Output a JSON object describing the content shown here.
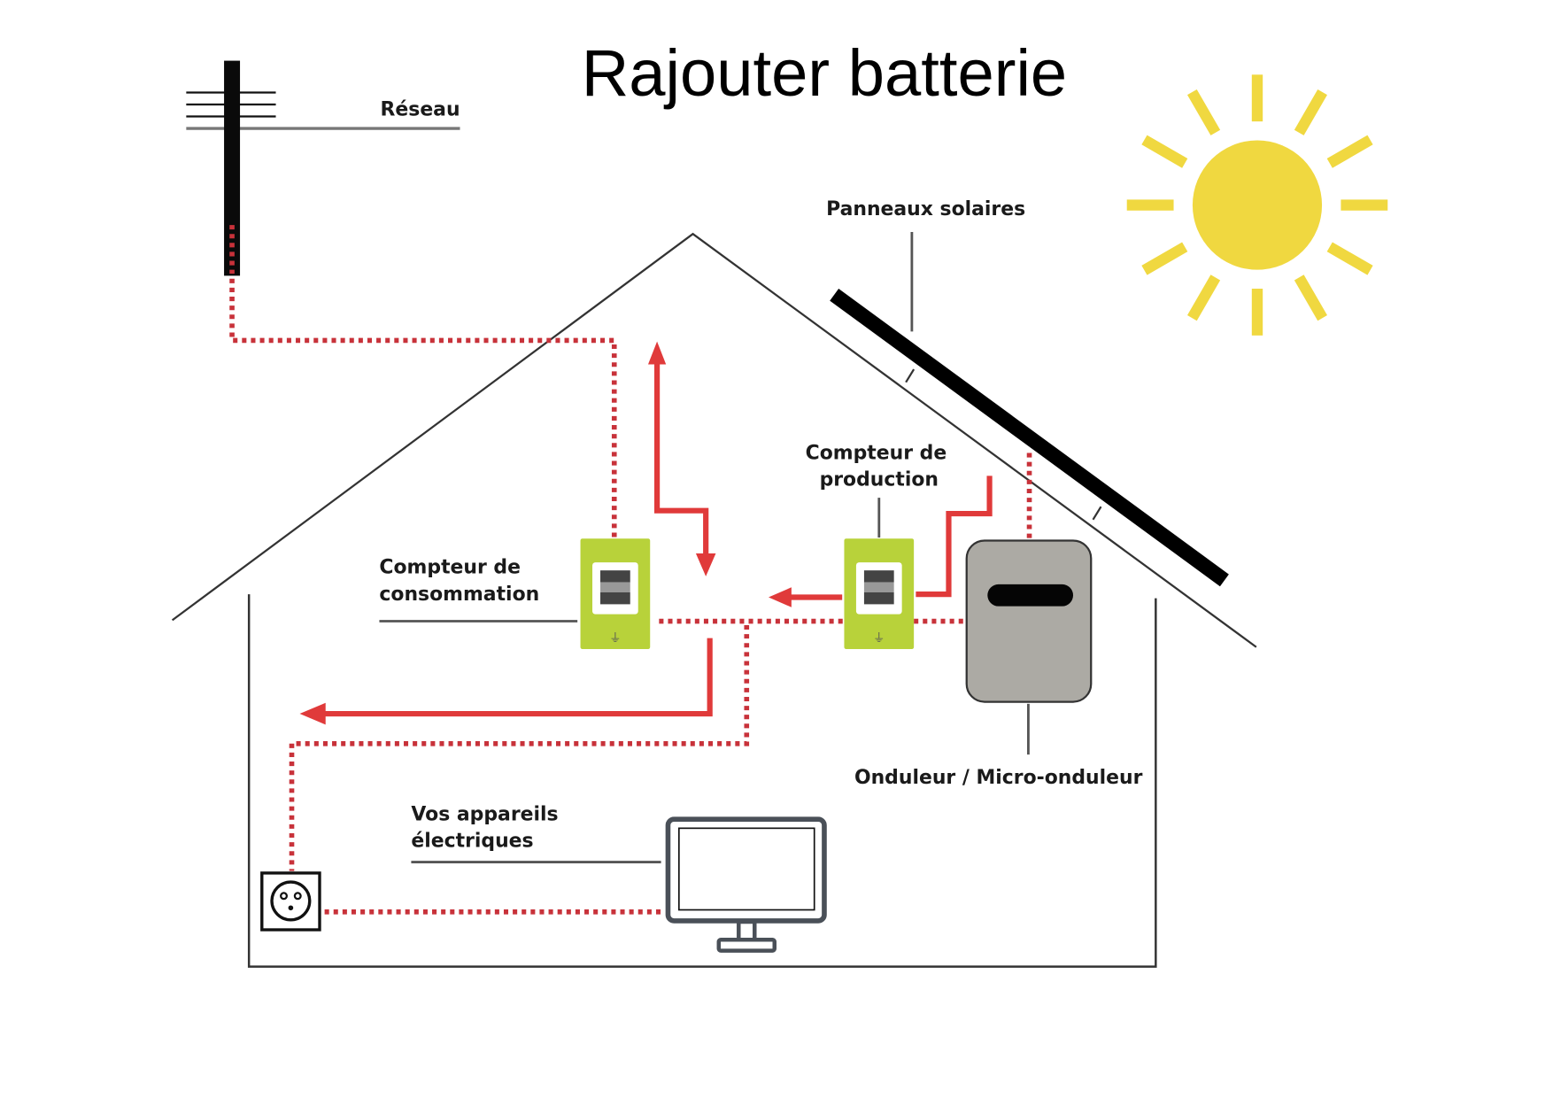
{
  "title": "Rajouter batterie",
  "labels": {
    "grid": "Réseau",
    "solar_panels": "Panneaux solaires",
    "production_meter": [
      "Compteur de",
      "production"
    ],
    "consumption_meter": [
      "Compteur de",
      "consommation"
    ],
    "inverter": "Onduleur / Micro-onduleur",
    "appliances": [
      "Vos appareils",
      "électriques"
    ]
  },
  "colors": {
    "flow_red": "#e03a3a",
    "dotted_red": "#c8323a",
    "meter_green": "#b8d23a",
    "sun_yellow": "#f0d840",
    "inverter_gray": "#acaaa4",
    "device_gray": "#4a5058"
  },
  "icons": [
    "utility-pole-icon",
    "sun-icon",
    "solar-panel-icon",
    "meter-icon",
    "inverter-icon",
    "outlet-icon",
    "monitor-icon"
  ]
}
